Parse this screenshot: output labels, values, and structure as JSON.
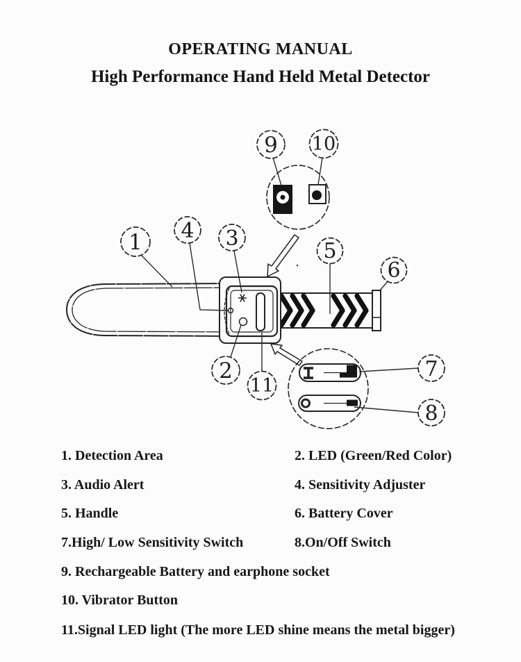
{
  "page": {
    "title": "OPERATING MANUAL",
    "subtitle": "High Performance Hand Held Metal Detector",
    "paper_color": "#fcfcfc",
    "ink_color": "#1d1d1d"
  },
  "diagram": {
    "description": "Line drawing of hand held metal detector with numbered callouts and two magnified detail circles",
    "callout_numbers": [
      "1",
      "2",
      "3",
      "4",
      "5",
      "6",
      "7",
      "8",
      "9",
      "10",
      "11"
    ]
  },
  "legend": {
    "rows": [
      {
        "left": "1. Detection Area",
        "right": "2. LED (Green/Red Color)"
      },
      {
        "left": "3. Audio Alert",
        "right": "4. Sensitivity Adjuster"
      },
      {
        "left": "5. Handle",
        "right": "6. Battery Cover"
      },
      {
        "left": "7.High/ Low Sensitivity Switch",
        "right": "8.On/Off Switch"
      },
      {
        "left": "9. Rechargeable Battery and earphone socket",
        "right": ""
      },
      {
        "left": "10. Vibrator Button",
        "right": ""
      },
      {
        "left": "11.Signal LED light (The more LED shine means the metal bigger)",
        "right": ""
      }
    ]
  }
}
